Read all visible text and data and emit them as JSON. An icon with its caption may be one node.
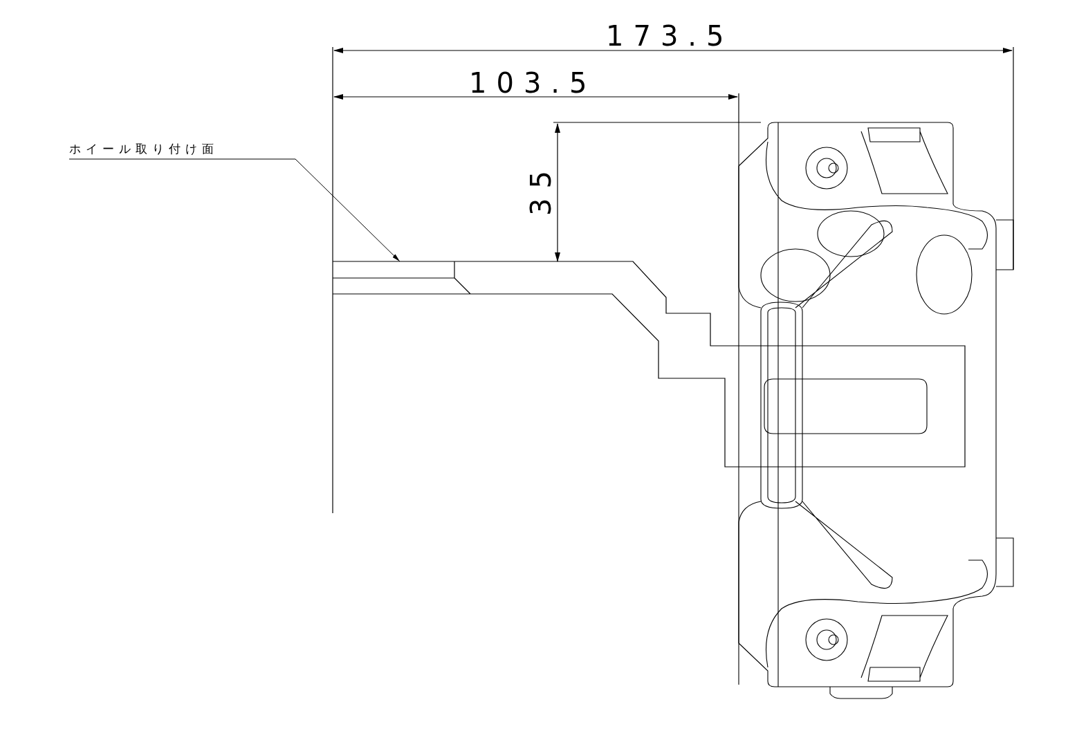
{
  "diagram": {
    "nodes": [
      {
        "text": [
          "ホイール取り付け面"
        ]
      },
      {
        "text": [],
        "shape": "picture"
      }
    ],
    "edges": [
      {
        "from": 0,
        "to": 1,
        "arrow": "to"
      }
    ],
    "labels": [
      "173.5",
      "103.5",
      "35"
    ]
  }
}
